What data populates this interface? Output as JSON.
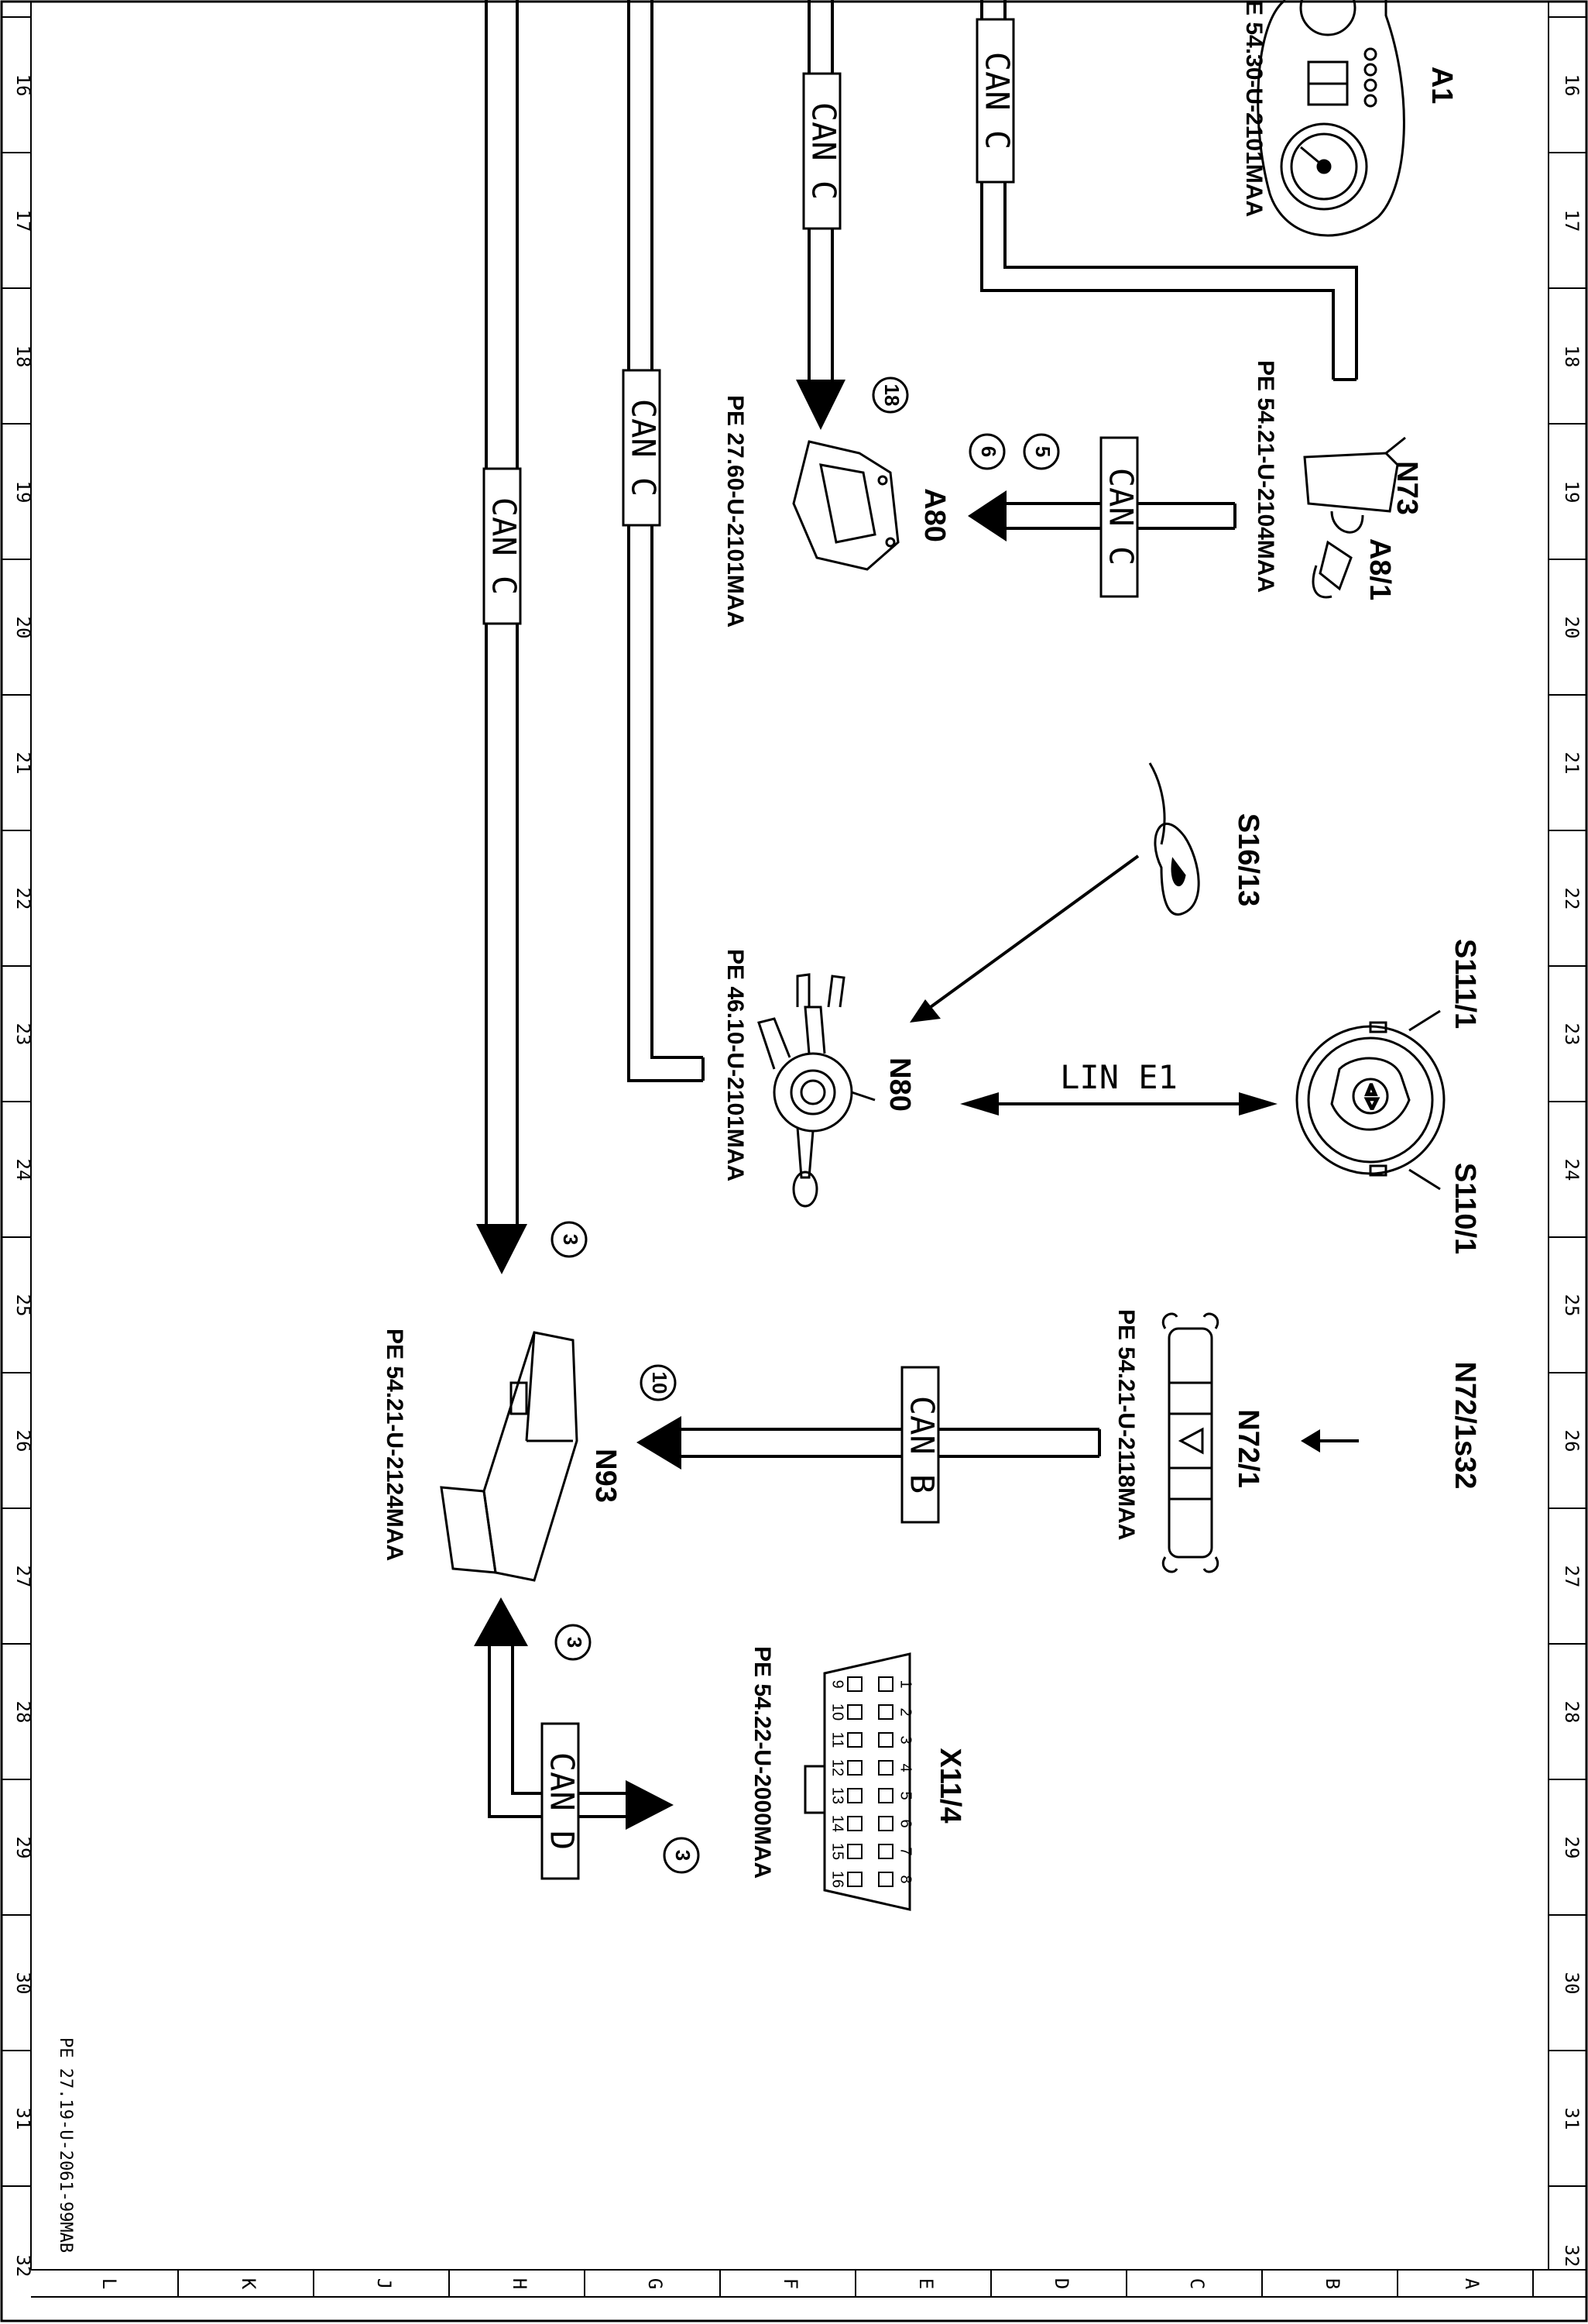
{
  "frame": {
    "row_numbers": [
      "16",
      "17",
      "18",
      "19",
      "20",
      "21",
      "22",
      "23",
      "24",
      "25",
      "26",
      "27",
      "28",
      "29",
      "30",
      "31",
      "32"
    ],
    "column_letters": [
      "L",
      "K",
      "J",
      "H",
      "G",
      "F",
      "E",
      "D",
      "C",
      "B",
      "A"
    ],
    "sheet_reference": "PE 27.19-U-2061-99MAB"
  },
  "components": {
    "A1": {
      "label": "A1",
      "ref": "E 54.30-U-2101MAA"
    },
    "N73": {
      "label": "N73",
      "ref": "PE 54.21-U-2104MAA"
    },
    "A8_1": {
      "label": "A8/1"
    },
    "A80": {
      "label": "A80",
      "ref": "PE 27.60-U-2101MAA"
    },
    "S16_13": {
      "label": "S16/13"
    },
    "N80": {
      "label": "N80",
      "ref": "PE 46.10-U-2101MAA"
    },
    "S111_1": {
      "label": "S111/1"
    },
    "S110_1": {
      "label": "S110/1"
    },
    "N72_1s32": {
      "label": "N72/1s32"
    },
    "N72_1": {
      "label": "N72/1",
      "ref": "PE 54.21-U-2118MAA"
    },
    "N93": {
      "label": "N93",
      "ref": "PE 54.21-U-2124MAA"
    },
    "X11_4": {
      "label": "X11/4",
      "ref": "PE 54.22-U-2000MAA",
      "pins_top": [
        "1",
        "2",
        "3",
        "4",
        "5",
        "6",
        "7",
        "8"
      ],
      "pins_bottom": [
        "9",
        "10",
        "11",
        "12",
        "13",
        "14",
        "15",
        "16"
      ]
    }
  },
  "buses": {
    "can_c": "CAN C",
    "can_b": "CAN B",
    "can_d": "CAN D",
    "lin_e1": "LIN E1"
  },
  "connection_markers": {
    "m18": "18",
    "m5": "5",
    "m6": "6",
    "m3a": "3",
    "m10": "10",
    "m3b": "3",
    "m3c": "3"
  }
}
